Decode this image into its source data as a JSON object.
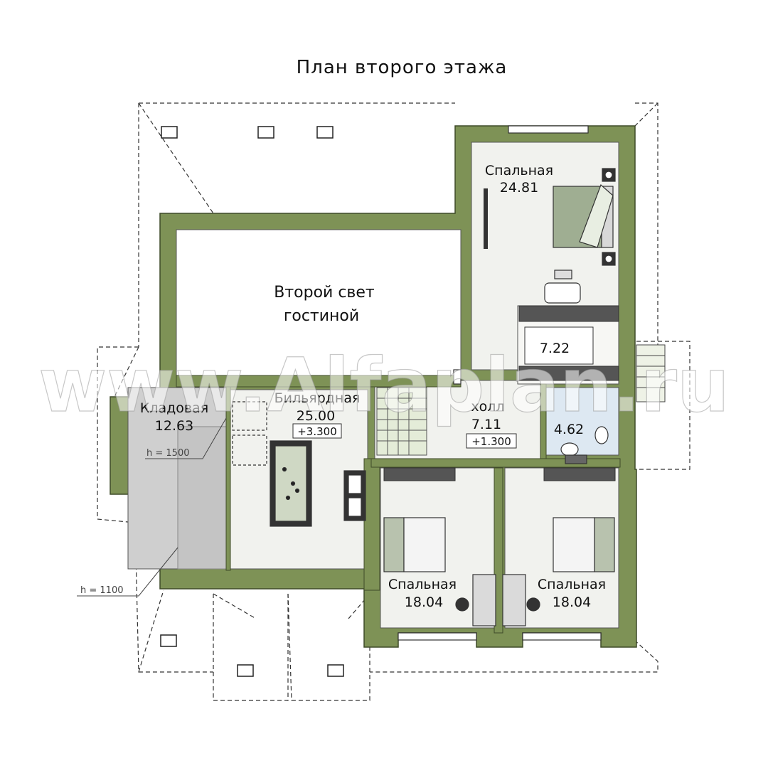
{
  "title": "План второго этажа",
  "rooms": [
    {
      "name": "Спальная",
      "area": "24.81"
    },
    {
      "name": "Второй свет",
      "name2": "гостиной"
    },
    {
      "name": "Бильярдная",
      "area": "25.00",
      "level": "+3.300"
    },
    {
      "name": "Кладовая",
      "area": "12.63"
    },
    {
      "area": "7.22"
    },
    {
      "name": "холл",
      "area": "7.11",
      "level": "+1.300"
    },
    {
      "area": "4.62"
    },
    {
      "name": "Спальная",
      "area": "18.04"
    },
    {
      "name": "Спальная",
      "area": "18.04"
    }
  ],
  "heights": {
    "h1500": "h = 1500",
    "h1100": "h = 1100"
  },
  "watermark": "www.Alfaplan.ru",
  "colors": {
    "wall": "#7e9256",
    "wall_dark": "#5a6a3a",
    "floor": "#f1f2ee",
    "storage": "#cfcfcf",
    "bath": "#dde8f2",
    "furniture": "#a3b196"
  }
}
